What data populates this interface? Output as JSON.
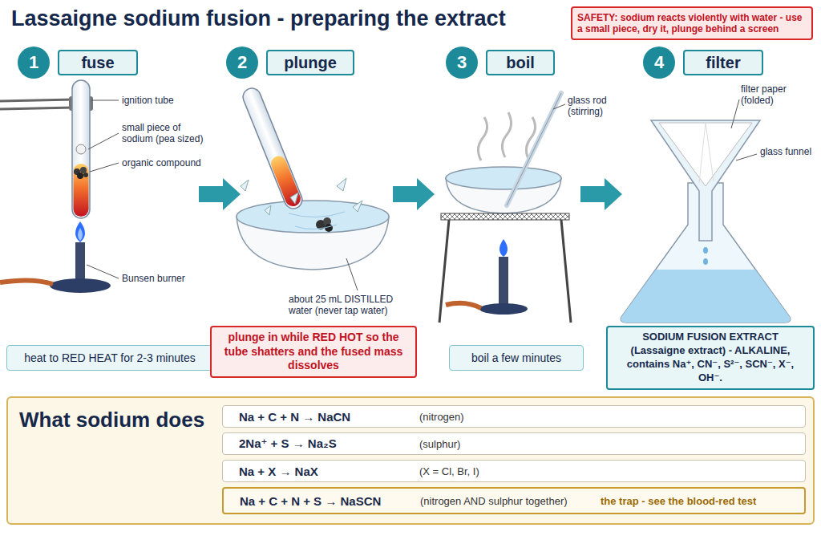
{
  "diagram": {
    "title": "Lassaigne sodium fusion - preparing the extract",
    "nodes": [
      {
        "text": [
          "SAFETY: sodium reacts violently with water - use a small piece, dry it, plunge behind a screen"
        ]
      },
      {
        "text": [
          "1"
        ]
      },
      {
        "text": [
          "fuse"
        ]
      },
      {
        "text": [
          "2"
        ]
      },
      {
        "text": [
          "plunge"
        ]
      },
      {
        "text": [
          "3"
        ]
      },
      {
        "text": [
          "boil"
        ]
      },
      {
        "text": [
          "4"
        ]
      },
      {
        "text": [
          "filter"
        ]
      },
      {
        "text": [
          "heat to RED HEAT for 2-3 minutes"
        ]
      },
      {
        "text": [
          "plunge in while RED HOT so the tube shatters and the fused mass dissolves"
        ]
      },
      {
        "text": [
          "boil a few minutes"
        ]
      },
      {
        "text": [
          "SODIUM FUSION EXTRACT (Lassaigne extract) - ALKALINE, contains Na⁺, CN⁻, S²⁻, SCN⁻, X⁻, OH⁻."
        ]
      },
      {
        "text": [
          "What sodium does"
        ]
      },
      {
        "text": [
          "Na + C + N → NaCN",
          "(nitrogen)"
        ],
        "in": 13
      },
      {
        "text": [
          "2Na⁺ + S → Na₂S",
          "(sulphur)"
        ],
        "in": 13
      },
      {
        "text": [
          "Na + X → NaX",
          "(X = Cl, Br, I)"
        ],
        "in": 13
      },
      {
        "text": [
          "Na + C + N + S → NaSCN",
          "(nitrogen AND sulphur together)",
          "the trap - see the blood-red test"
        ],
        "in": 13
      }
    ],
    "labels": [
      "ignition tube",
      "small piece of sodium (pea sized)",
      "organic compound",
      "Bunsen burner",
      "about 25 mL DISTILLED water (never tap water)",
      "glass rod (stirring)",
      "filter paper (folded)",
      "glass funnel"
    ]
  }
}
